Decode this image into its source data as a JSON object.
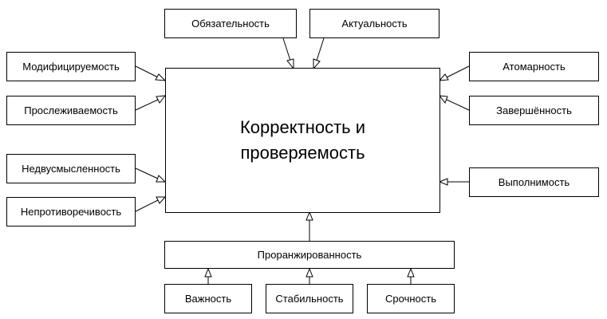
{
  "center": {
    "line1": "Корректность и",
    "line2": "проверяемость"
  },
  "top": [
    "Обязательность",
    "Актуальность"
  ],
  "left": [
    "Модифицируемость",
    "Прослеживаемость",
    "Недвусмысленность",
    "Непротиворечивость"
  ],
  "right": [
    "Атомарность",
    "Завершённость",
    "Выполнимость"
  ],
  "ranked": "Проранжированность",
  "bottom": [
    "Важность",
    "Стабильность",
    "Срочность"
  ]
}
